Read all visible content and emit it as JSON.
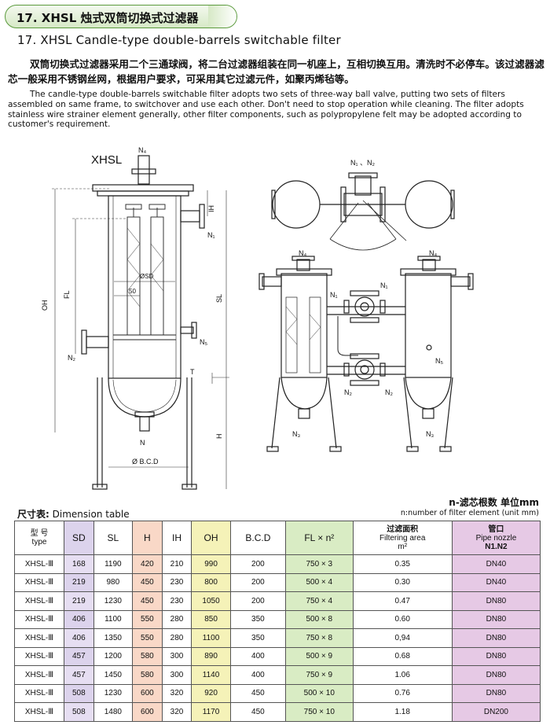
{
  "header": {
    "title": "17. XHSL 烛式双筒切换式过滤器",
    "subtitle": "17. XHSL Candle-type double-barrels switchable filter"
  },
  "description": {
    "cn": "双筒切换式过滤器采用二个三通球阀，将二台过滤器组装在同一机座上，互相切换互用。清洗时不必停车。该过滤器滤芯一般采用不锈钢丝网，根据用户要求，可采用其它过滤元件，如聚丙烯毡等。",
    "en": "The candle-type double-barrels switchable filter adopts two sets of three-way ball valve, putting two sets of filters assembled on same frame, to switchover and use each other. Don't need to stop operation while cleaning. The filter adopts stainless wire strainer element generally, other filter components, such as polypropylene felt may be adopted according to customer's requirement."
  },
  "drawing": {
    "model_label": "XHSL",
    "labels": {
      "n4": "N₄",
      "n1": "N₁",
      "n2": "N₂",
      "n3": "N₃",
      "n5": "N₅",
      "n": "N",
      "n1n2": "N₁ 、N₂",
      "ih": "IH",
      "oh": "OH",
      "fl": "FL",
      "sl": "SL",
      "t": "T",
      "h": "H",
      "sd": "ØSD",
      "fifty": "50",
      "bcd": "Ø B.C.D"
    }
  },
  "dimension_table": {
    "title_cn": "尺寸表:",
    "title_en": "Dimension table",
    "unit_cn": "n-滤芯根数  单位mm",
    "unit_en": "n:number of filter element (unit mm)",
    "headers": {
      "type_cn": "型  号",
      "type_en": "type",
      "sd": "SD",
      "sl": "SL",
      "h": "H",
      "ih": "IH",
      "oh": "OH",
      "bcd": "B.C.D",
      "fl": "FL × n²",
      "area_cn": "过滤面积",
      "area_en": "Filtering area",
      "area_unit": "m²",
      "pipe_cn": "管口",
      "pipe_en": "Pipe nozzle",
      "pipe_sym": "N1.N2"
    },
    "rows": [
      {
        "type": "XHSL-Ⅲ",
        "sd": "168",
        "sl": "1190",
        "h": "420",
        "ih": "210",
        "oh": "990",
        "bcd": "200",
        "fl": "750 × 3",
        "area": "0.35",
        "pipe": "DN40"
      },
      {
        "type": "XHSL-Ⅲ",
        "sd": "219",
        "sl": "980",
        "h": "450",
        "ih": "230",
        "oh": "800",
        "bcd": "200",
        "fl": "500 × 4",
        "area": "0.30",
        "pipe": "DN40"
      },
      {
        "type": "XHSL-Ⅲ",
        "sd": "219",
        "sl": "1230",
        "h": "450",
        "ih": "230",
        "oh": "1050",
        "bcd": "200",
        "fl": "750 × 4",
        "area": "0.47",
        "pipe": "DN80"
      },
      {
        "type": "XHSL-Ⅲ",
        "sd": "406",
        "sl": "1100",
        "h": "550",
        "ih": "280",
        "oh": "850",
        "bcd": "350",
        "fl": "500 × 8",
        "area": "0.60",
        "pipe": "DN80"
      },
      {
        "type": "XHSL-Ⅲ",
        "sd": "406",
        "sl": "1350",
        "h": "550",
        "ih": "280",
        "oh": "1100",
        "bcd": "350",
        "fl": "750 × 8",
        "area": "0,94",
        "pipe": "DN80"
      },
      {
        "type": "XHSL-Ⅲ",
        "sd": "457",
        "sl": "1200",
        "h": "580",
        "ih": "300",
        "oh": "890",
        "bcd": "400",
        "fl": "500 × 9",
        "area": "0.68",
        "pipe": "DN80"
      },
      {
        "type": "XHSL-Ⅲ",
        "sd": "457",
        "sl": "1450",
        "h": "580",
        "ih": "300",
        "oh": "1140",
        "bcd": "400",
        "fl": "750 × 9",
        "area": "1.06",
        "pipe": "DN80"
      },
      {
        "type": "XHSL-Ⅲ",
        "sd": "508",
        "sl": "1230",
        "h": "600",
        "ih": "320",
        "oh": "920",
        "bcd": "450",
        "fl": "500 × 10",
        "area": "0.76",
        "pipe": "DN80"
      },
      {
        "type": "XHSL-Ⅲ",
        "sd": "508",
        "sl": "1480",
        "h": "600",
        "ih": "320",
        "oh": "1170",
        "bcd": "450",
        "fl": "750 × 10",
        "area": "1.18",
        "pipe": "DN200"
      }
    ]
  }
}
